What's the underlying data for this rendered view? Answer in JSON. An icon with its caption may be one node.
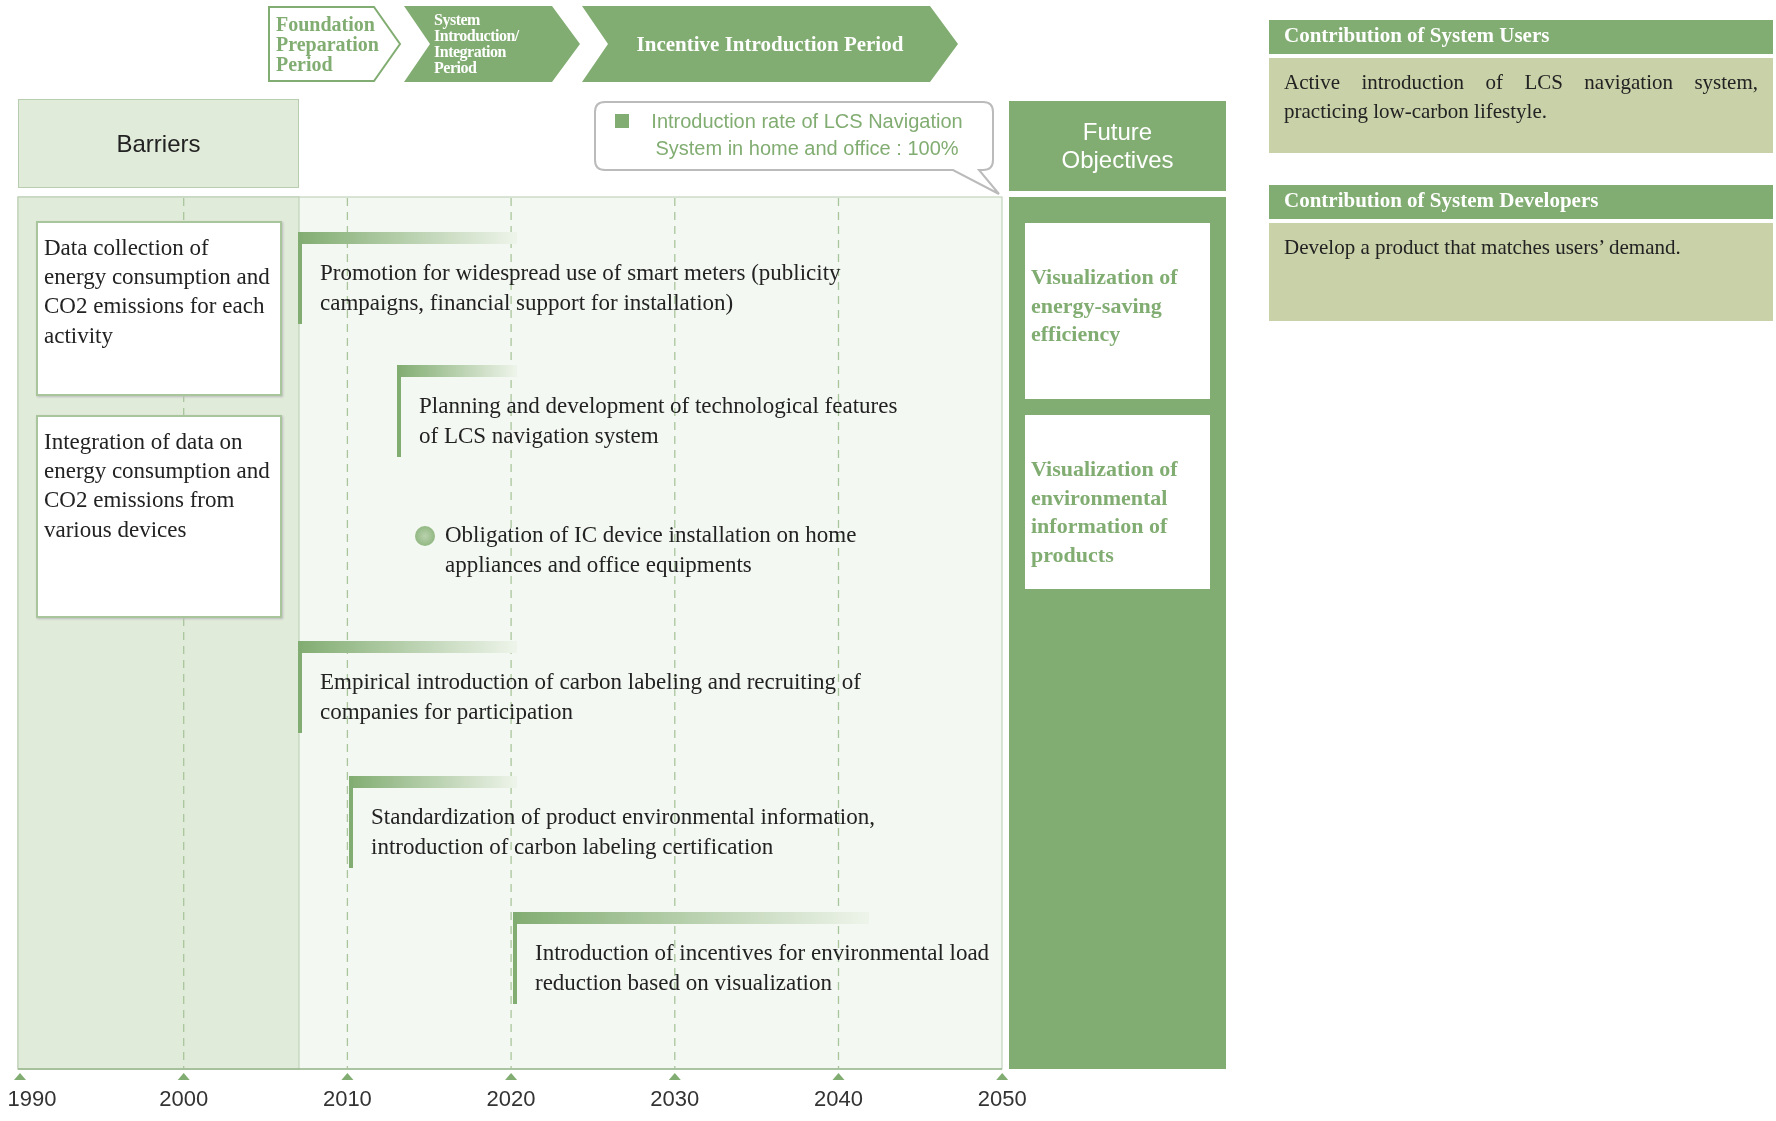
{
  "diagram": {
    "nodes": [
      {
        "text": [
          "Foundation Preparation Period"
        ]
      },
      {
        "text": [
          "System Introduction/ Integration Period"
        ]
      },
      {
        "text": [
          "Incentive Introduction Period"
        ]
      },
      {
        "text": [
          "Barriers"
        ]
      },
      {
        "text": [
          "Data collection of energy consumption and CO2 emissions for each activity"
        ]
      },
      {
        "text": [
          "Integration of data on energy consumption and CO2 emissions from various devices"
        ]
      },
      {
        "text": [
          "Introduction rate of LCS Navigation System in home and office : 100%"
        ]
      },
      {
        "text": [
          "Future Objectives"
        ]
      },
      {
        "text": [
          "Visualization of energy-saving efficiency"
        ]
      },
      {
        "text": [
          "Visualization of environmental information of products"
        ]
      },
      {
        "text": [
          "Promotion for widespread use of smart meters (publicity campaigns, financial support for installation)"
        ]
      },
      {
        "text": [
          "Planning and development of technological features of LCS navigation system"
        ]
      },
      {
        "text": [
          "Obligation of IC device installation on home appliances and office equipments"
        ]
      },
      {
        "text": [
          "Empirical introduction of carbon labeling and recruiting of companies for participation"
        ]
      },
      {
        "text": [
          "Standardization of product environmental information, introduction of carbon labeling certification"
        ]
      },
      {
        "text": [
          "Introduction of incentives for environmental load reduction based on visualization"
        ]
      },
      {
        "text": [
          "Contribution of System Users",
          "Active introduction of LCS navigation system, practicing low-carbon lifestyle."
        ]
      },
      {
        "text": [
          "Contribution of System Developers",
          "Develop a product that matches users’ demand."
        ]
      }
    ],
    "labels": [
      "1990",
      "2000",
      "2010",
      "2020",
      "2030",
      "2040",
      "2050"
    ]
  }
}
